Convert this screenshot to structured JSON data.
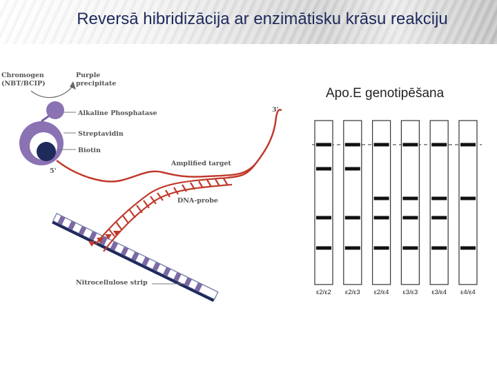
{
  "header": {
    "title": "Reversā hibridizācija ar enzimātisku krāsu reakciju"
  },
  "diagram": {
    "labels": {
      "chromogen_line1": "Chromogen",
      "chromogen_line2": "(NBT/BCIP)",
      "purple_line1": "Purple",
      "purple_line2": "precipitate",
      "alkaline": "Alkaline Phosphatase",
      "streptavidin": "Streptavidin",
      "biotin": "Biotin",
      "five_prime": "5'",
      "three_prime": "3'",
      "amplified": "Amplified target",
      "dna_probe": "DNA-probe",
      "strip": "Nitrocellulose strip"
    },
    "colors": {
      "dna": "#c0392b",
      "purple": "#7b5fa3",
      "navy": "#1f2a5c"
    }
  },
  "gel": {
    "title": "Apo.E genotipēšana",
    "lanes": [
      {
        "label": "ε2/ε2",
        "bands": [
          1,
          2,
          4,
          5
        ]
      },
      {
        "label": "ε2/ε3",
        "bands": [
          1,
          2,
          4,
          5
        ]
      },
      {
        "label": "ε2/ε4",
        "bands": [
          1,
          3,
          4,
          5
        ]
      },
      {
        "label": "ε3/ε3",
        "bands": [
          1,
          3,
          4,
          5
        ]
      },
      {
        "label": "ε3/ε4",
        "bands": [
          1,
          3,
          4,
          5
        ]
      },
      {
        "label": "ε4/ε4",
        "bands": [
          1,
          3,
          5
        ]
      }
    ]
  }
}
